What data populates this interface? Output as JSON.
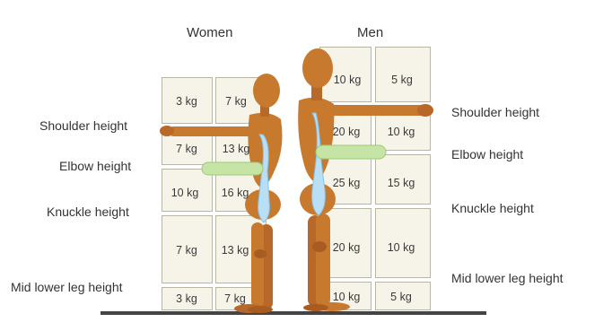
{
  "headers": {
    "women": "Women",
    "men": "Men"
  },
  "left_labels": {
    "shoulder": "Shoulder height",
    "elbow": "Elbow height",
    "knuckle": "Knuckle height",
    "mid_lower_leg": "Mid lower leg height"
  },
  "right_labels": {
    "shoulder": "Shoulder height",
    "elbow": "Elbow height",
    "knuckle": "Knuckle height",
    "mid_lower_leg": "Mid lower leg height"
  },
  "women_weights": {
    "shoulder_front": "3 kg",
    "shoulder_back": "7 kg",
    "elbow_front": "7 kg",
    "elbow_back": "13 kg",
    "knuckle_front": "10 kg",
    "knuckle_back": "16 kg",
    "lowerleg_front": "7 kg",
    "lowerleg_back": "13 kg",
    "floor_front": "3 kg",
    "floor_back": "7 kg"
  },
  "men_weights": {
    "shoulder_back": "10 kg",
    "shoulder_front": "5 kg",
    "elbow_back": "20 kg",
    "elbow_front": "10 kg",
    "knuckle_back": "25 kg",
    "knuckle_front": "15 kg",
    "lowerleg_back": "20 kg",
    "lowerleg_front": "10 kg",
    "floor_back": "10 kg",
    "floor_front": "5 kg"
  },
  "colors": {
    "box_fill": "#f6f4e8",
    "box_border": "#b9b6a3",
    "figure_wood": "#c77a2e",
    "highlight_blue": "#b8dff5",
    "highlight_green": "#c6e4a6",
    "floor": "#444444"
  }
}
